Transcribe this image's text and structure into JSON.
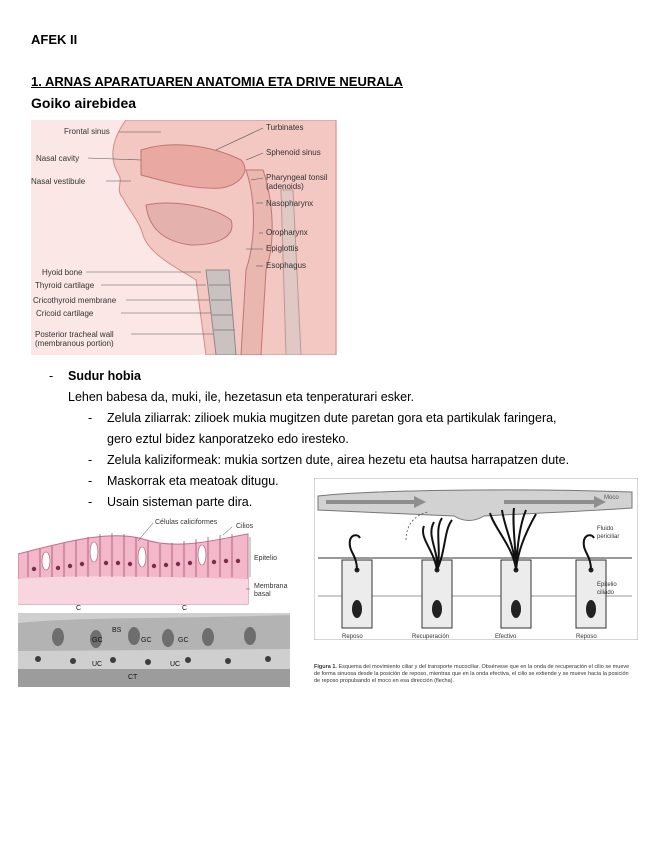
{
  "doc": {
    "title": "AFEK II",
    "section": "1. ARNAS APARATUAREN ANATOMIA ETA DRIVE NEURALA",
    "subsection": "Goiko airebidea"
  },
  "anatomy_figure": {
    "labels_left": [
      "Frontal sinus",
      "Nasal cavity",
      "Nasal vestibule",
      "Hyoid bone",
      "Thyroid cartilage",
      "Cricothyroid membrane",
      "Cricoid cartilage",
      "Posterior tracheal wall",
      "(membranous portion)"
    ],
    "labels_right": [
      "Turbinates",
      "Sphenoid sinus",
      "Pharyngeal tonsil",
      "(adenoids)",
      "Nasopharynx",
      "Oropharynx",
      "Epiglottis",
      "Esophagus"
    ]
  },
  "bullets": {
    "main_dash": "-",
    "main_title": "Sudur hobia",
    "intro": "Lehen babesa da, muki, ile, hezetasun eta tenperaturari esker.",
    "items": [
      {
        "dash": "-",
        "line1": "Zelula ziliarrak: zilioek mukia mugitzen dute paretan gora eta partikulak faringera,",
        "line2": "gero eztul bidez kanporatzeko edo iresteko."
      },
      {
        "dash": "-",
        "line1": "Zelula kaliziformeak: mukia sortzen dute, airea hezetu eta hautsa harrapatzen dute."
      },
      {
        "dash": "-",
        "line1": "Maskorrak eta meatoak ditugu."
      },
      {
        "dash": "-",
        "line1": "Usain sisteman parte dira."
      }
    ]
  },
  "histology_figure": {
    "labels": [
      "Células caliciformes",
      "Cilios",
      "Epitelio",
      "Membrana",
      "basal"
    ],
    "micro_labels": [
      "C",
      "C",
      "BS",
      "GC",
      "GC",
      "GC",
      "UC",
      "UC",
      "CT"
    ]
  },
  "cilia_figure": {
    "mucus_label": "Moco",
    "fluid_label": "Fluido",
    "fluid_label2": "periciliar",
    "cell_label": "Epitelio",
    "cell_label2": "ciliado",
    "phases": [
      "Reposo",
      "Recuperación",
      "Efectivo",
      "Reposo"
    ],
    "caption_bold": "Figura 1.",
    "caption_line1": "Esquema del movimiento ciliar y del transporte mucociliar. Obsérvese que en la onda de recuperación el cilio se mueve",
    "caption_line2": "de forma sinuosa desde la posición de reposo, mientras que en la onda efectiva, el cilio se extiende y se mueve hacia la posición",
    "caption_line3": "de reposo propulsando el moco en esa dirección (flecha)."
  }
}
